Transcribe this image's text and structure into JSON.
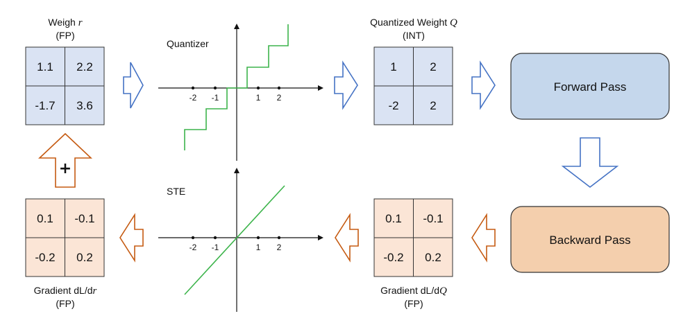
{
  "weight_r": {
    "title_prefix": "Weigh ",
    "title_var": "r",
    "subtitle": "(FP)",
    "values": [
      "1.1",
      "2.2",
      "-1.7",
      "3.6"
    ]
  },
  "quantized_q": {
    "title_prefix": "Quantized Weight ",
    "title_var": "Q",
    "subtitle": "(INT)",
    "values": [
      "1",
      "2",
      "-2",
      "2"
    ]
  },
  "grad_r": {
    "title_prefix": "Gradient dL/d",
    "title_var": "r",
    "subtitle": "(FP)",
    "values": [
      "0.1",
      "-0.1",
      "-0.2",
      "0.2"
    ]
  },
  "grad_q": {
    "title_prefix": "Gradient dL/d",
    "title_var": "Q",
    "subtitle": "(FP)",
    "values": [
      "0.1",
      "-0.1",
      "-0.2",
      "0.2"
    ]
  },
  "quantizer": {
    "label": "Quantizer",
    "ticks": [
      "-2",
      "-1",
      "1",
      "2"
    ]
  },
  "ste": {
    "label": "STE",
    "ticks": [
      "-2",
      "-1",
      "1",
      "2"
    ]
  },
  "forward_pass": {
    "label": "Forward Pass",
    "color": "#c5d7ec"
  },
  "backward_pass": {
    "label": "Backward Pass",
    "color": "#f4cfad"
  },
  "update_sign": "+",
  "colors": {
    "weight_fill": "#dae3f3",
    "grad_fill": "#fbe5d6",
    "blue_arrow": "#4472c4",
    "orange_arrow": "#c55a11",
    "green_line": "#3cb44b"
  }
}
